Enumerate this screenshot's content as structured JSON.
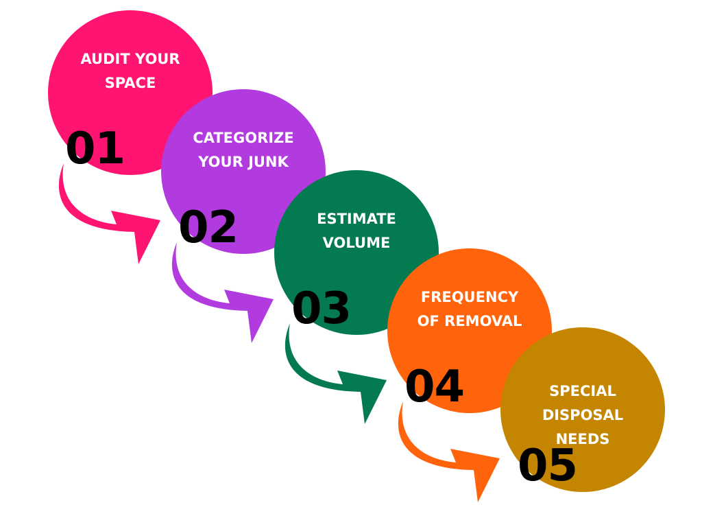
{
  "steps": [
    {
      "number": "01",
      "lines": [
        "AUDIT YOUR",
        "SPACE"
      ],
      "color": "#FF1472"
    },
    {
      "number": "02",
      "lines": [
        "CATEGORIZE",
        "YOUR JUNK"
      ],
      "color": "#B23BE0"
    },
    {
      "number": "03",
      "lines": [
        "ESTIMATE",
        "VOLUME"
      ],
      "color": "#037A4F"
    },
    {
      "number": "04",
      "lines": [
        "FREQUENCY",
        "OF REMOVAL"
      ],
      "color": "#FF640D"
    },
    {
      "number": "05",
      "lines": [
        "SPECIAL",
        "DISPOSAL",
        "NEEDS"
      ],
      "color": "#C48600"
    }
  ],
  "arrow_icon": "curved-arrow-right"
}
